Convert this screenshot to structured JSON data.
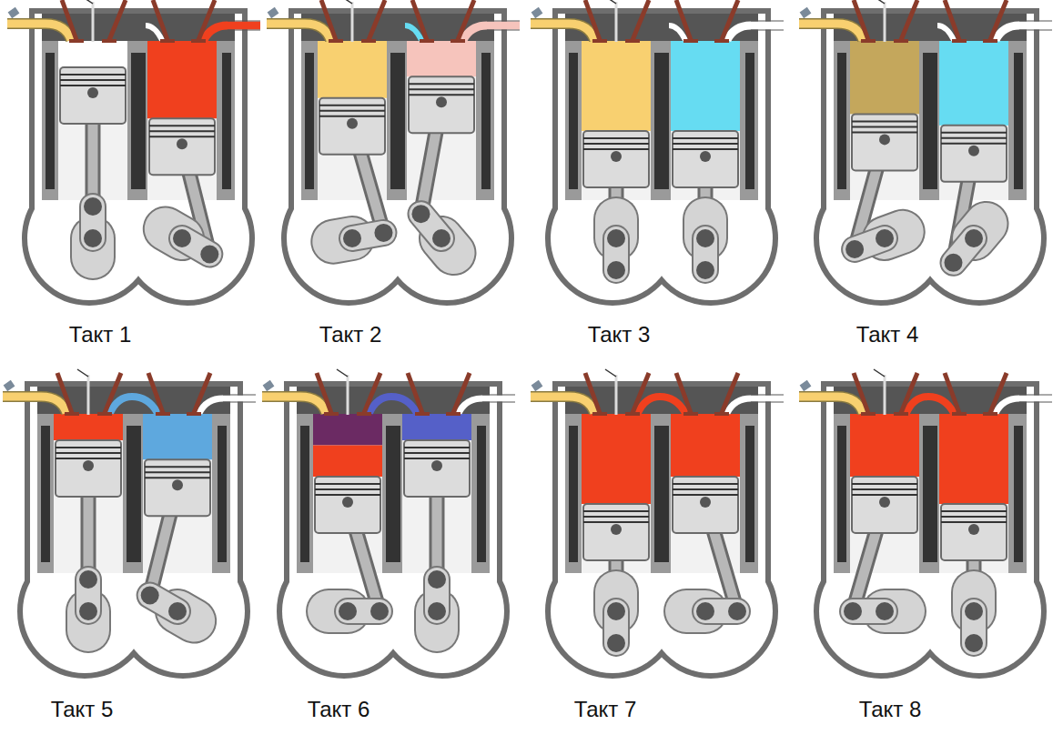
{
  "diagram": {
    "labels": [
      "Такт 1",
      "Такт 2",
      "Такт 3",
      "Такт 4",
      "Такт 5",
      "Такт 6",
      "Такт 7",
      "Такт 8"
    ]
  }
}
